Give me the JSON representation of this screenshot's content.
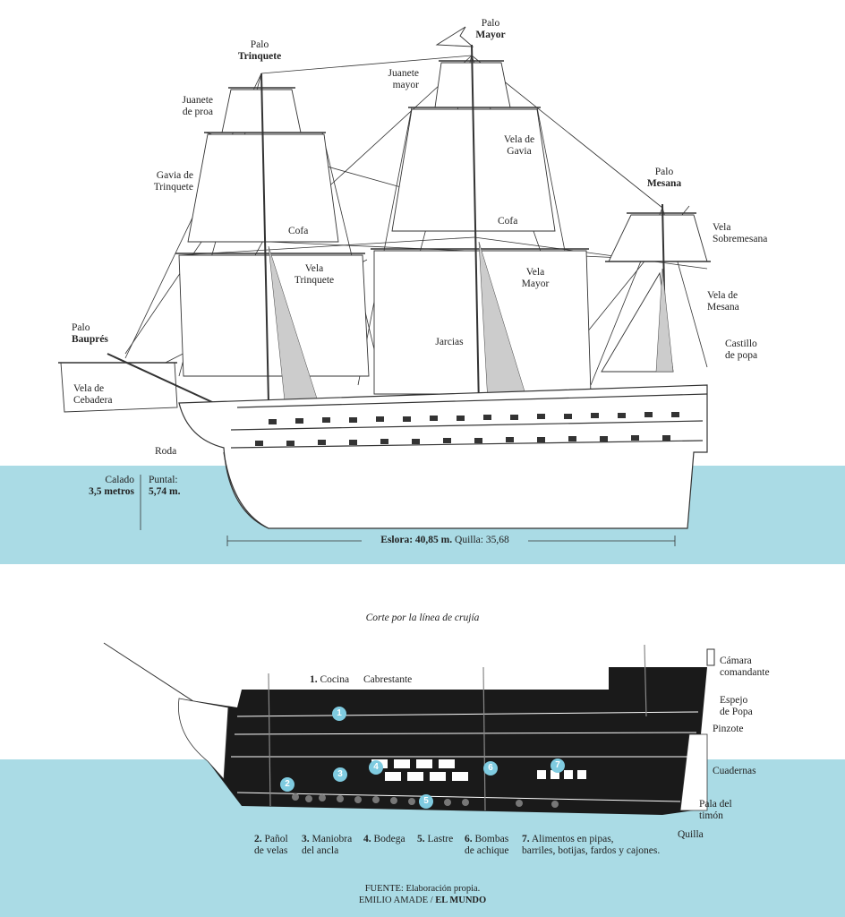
{
  "ship_labels": {
    "trinquete_pre": "Palo",
    "trinquete_name": "Trinquete",
    "mayor_pre": "Palo",
    "mayor_name": "Mayor",
    "mesana_pre": "Palo",
    "mesana_name": "Mesana",
    "baupres_pre": "Palo",
    "baupres_name": "Bauprés",
    "juanete_proa": "Juanete\nde proa",
    "juanete_mayor": "Juanete\nmayor",
    "gavia_trinquete": "Gavia de\nTrinquete",
    "vela_gavia": "Vela de\nGavia",
    "cofa_1": "Cofa",
    "cofa_2": "Cofa",
    "vela_trinquete": "Vela\nTrinquete",
    "vela_mayor": "Vela\nMayor",
    "jarcias": "Jarcias",
    "vela_sobremesana": "Vela\nSobremesana",
    "vela_mesana": "Vela de\nMesana",
    "castillo_popa": "Castillo\nde popa",
    "vela_cebadera": "Vela de\nCebadera",
    "roda": "Roda",
    "calado_pre": "Calado",
    "calado_val": "3,5 metros",
    "puntal_pre": "Puntal:",
    "puntal_val": "5,74 m.",
    "eslora": "Eslora: 40,85 m.",
    "quilla_len": "Quilla: 35,68"
  },
  "section": {
    "title": "Corte por la línea de crujía",
    "cocina_num": "1.",
    "cocina": "Cocina",
    "cabrestante": "Cabrestante",
    "camara": "Cámara\ncomandante",
    "espejo": "Espejo\nde Popa",
    "pinzote": "Pinzote",
    "cuadernas": "Cuadernas",
    "pala_timon": "Pala del\ntimón",
    "quilla": "Quilla",
    "markers": [
      "1",
      "2",
      "3",
      "4",
      "5",
      "6",
      "7"
    ]
  },
  "legend": [
    {
      "num": "2.",
      "text": "Pañol\nde velas"
    },
    {
      "num": "3.",
      "text": "Maniobra\ndel ancla"
    },
    {
      "num": "4.",
      "text": "Bodega"
    },
    {
      "num": "5.",
      "text": "Lastre"
    },
    {
      "num": "6.",
      "text": "Bombas\nde achique"
    },
    {
      "num": "7.",
      "text": "Alimentos en pipas,\nbarriles, botijas, fardos y cajones."
    }
  ],
  "footer": {
    "source_label": "FUENTE:",
    "source_text": "Elaboración propia.",
    "author": "EMILIO AMADE /",
    "outlet": "EL MUNDO"
  },
  "colors": {
    "sea": "#aadbe5",
    "marker": "#7fcbe0",
    "hull_dark": "#1a1a1a"
  }
}
